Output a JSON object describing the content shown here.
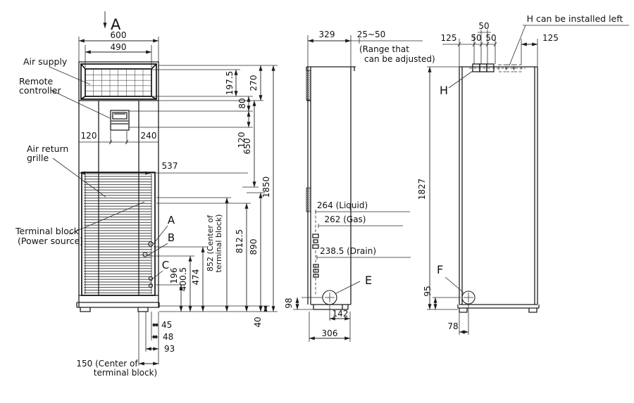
{
  "front": {
    "view_arrow": "A",
    "dim_600": "600",
    "dim_490": "490",
    "label_air_supply": "Air supply",
    "label_remote_1": "Remote",
    "label_remote_2": "controller",
    "dim_120": "120",
    "dim_240": "240",
    "dim_537": "537",
    "label_return_1": "Air return",
    "label_return_2": "grille",
    "label_terminal_1": "Terminal block",
    "label_terminal_2": "(Power source)",
    "ko_a": "A",
    "ko_b": "B",
    "ko_c": "C",
    "dim_197_5": "197.5",
    "dim_80": "80",
    "dim_270": "270",
    "dim_120v": "120",
    "dim_650": "650",
    "dim_1850": "1850",
    "dim_196": "196",
    "dim_400_5": "400.5",
    "dim_474": "474",
    "dim_852_1": "852 (Center of",
    "dim_852_2": "terminal block)",
    "dim_812_5": "812.5",
    "dim_890": "890",
    "dim_40": "40",
    "dim_45": "45",
    "dim_48": "48",
    "dim_93": "93",
    "dim_150_1": "150 (Center of",
    "dim_150_2": "terminal block)"
  },
  "side": {
    "dim_329": "329",
    "dim_range": "25~50",
    "note_range_1": "(Range that",
    "note_range_2": "can be adjusted)",
    "callout_liquid": "264 (Liquid)",
    "callout_gas": "262 (Gas)",
    "callout_drain": "238.5 (Drain)",
    "ko_e": "E",
    "dim_98": "98",
    "dim_142": "142",
    "dim_306": "306"
  },
  "rear": {
    "dim_125_left": "125",
    "dim_50_top": "50",
    "dim_50_1": "50",
    "dim_50_2": "50",
    "dim_125_right": "125",
    "note_h": "H can be installed left",
    "ko_h": "H",
    "dim_1827": "1827",
    "ko_f": "F",
    "dim_95": "95",
    "dim_78": "78"
  }
}
